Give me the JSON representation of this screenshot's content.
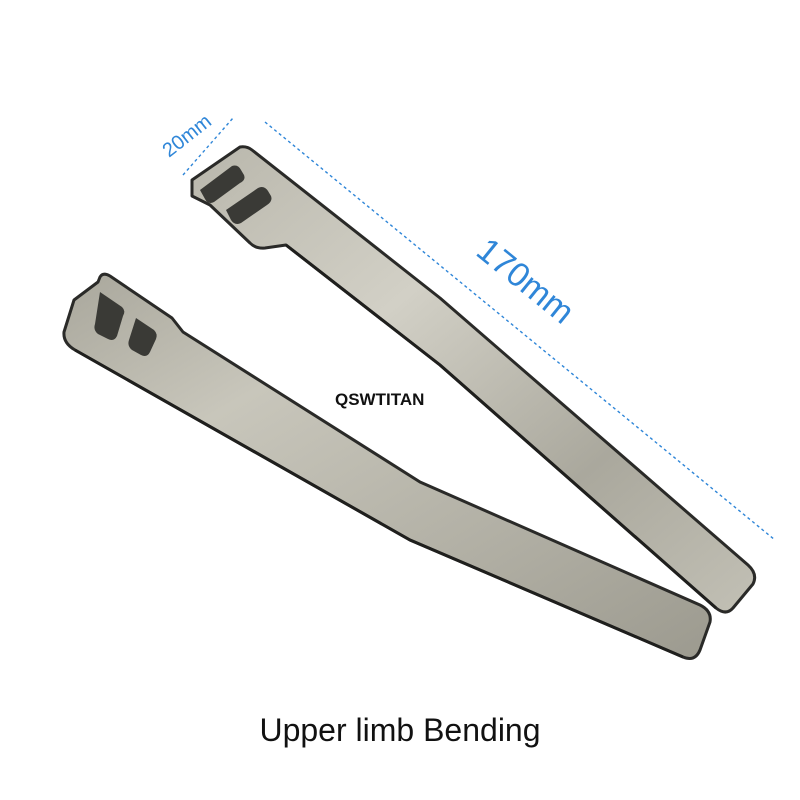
{
  "dimensions": {
    "width_label": "20mm",
    "length_label": "170mm",
    "color": "#2f86d8"
  },
  "brand": "QSWTITAN",
  "caption": "Upper limb Bending",
  "object": "two slotted metal bending irons",
  "colors": {
    "steel_light": "#c9c7bd",
    "steel_mid": "#a8a69b",
    "steel_dark": "#86847a",
    "edge": "#2a2a28"
  }
}
